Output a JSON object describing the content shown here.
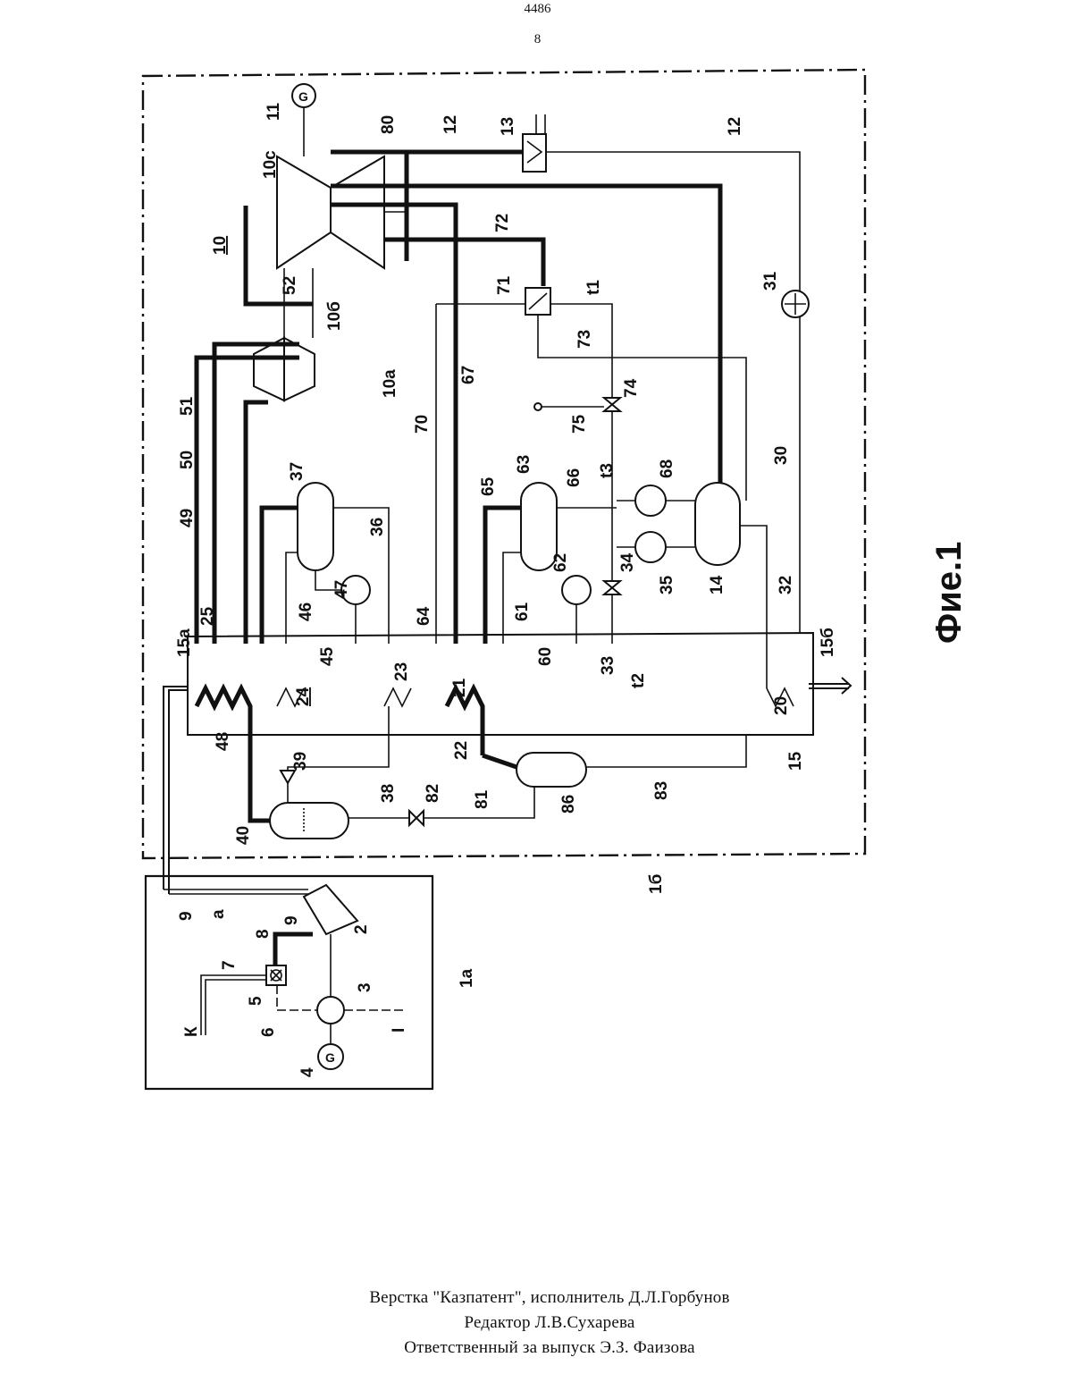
{
  "header": {
    "doc_number": "4486",
    "page_number": "8"
  },
  "figure": {
    "caption": "Фие.1",
    "labels": {
      "n1a": "1a",
      "n1b": "1б",
      "n2": "2",
      "n3": "3",
      "n4": "4",
      "n5": "5",
      "n6": "6",
      "n7": "7",
      "n8": "8",
      "n9a": "9",
      "n9b": "9",
      "na": "a",
      "nK": "К",
      "nI": "I",
      "n10": "10",
      "n10a": "10a",
      "n10b": "10б",
      "n10c": "10с",
      "n11": "11",
      "n12a": "12",
      "n12b": "12",
      "n13": "13",
      "n14": "14",
      "n15": "15",
      "n15a": "15a",
      "n15b": "15б",
      "n20": "20",
      "n21": "21",
      "n22": "22",
      "n23": "23",
      "n24": "24",
      "n25": "25",
      "n30": "30",
      "n31": "31",
      "n32": "32",
      "n33": "33",
      "n34": "34",
      "n35": "35",
      "n36": "36",
      "n37": "37",
      "n38": "38",
      "n39": "39",
      "n40": "40",
      "n45": "45",
      "n46": "46",
      "n47": "47",
      "n48": "48",
      "n49": "49",
      "n50": "50",
      "n51": "51",
      "n52": "52",
      "n60": "60",
      "n61": "61",
      "n62": "62",
      "n63": "63",
      "n64": "64",
      "n65": "65",
      "n66": "66",
      "n67": "67",
      "n68": "68",
      "n70": "70",
      "n71": "71",
      "n72": "72",
      "n73": "73",
      "n74": "74",
      "n75": "75",
      "n80": "80",
      "n81": "81",
      "n82": "82",
      "n83": "83",
      "n86": "86",
      "t1": "t1",
      "t2": "t2",
      "t3": "t3",
      "gen": "G"
    }
  },
  "footer": {
    "line1": "Верстка \"Казпатент\", исполнитель  Д.Л.Горбунов",
    "line2": "Редактор  Л.В.Сухарева",
    "line3": "Ответственный за выпуск Э.З. Фаизова"
  }
}
